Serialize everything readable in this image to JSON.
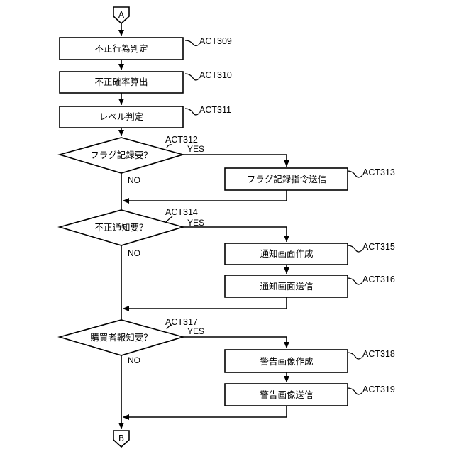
{
  "connectors": {
    "start": "A",
    "end": "B"
  },
  "steps": {
    "fraud_act_judgment": {
      "label": "不正行為判定",
      "ref": "ACT309"
    },
    "fraud_probability_calc": {
      "label": "不正確率算出",
      "ref": "ACT310"
    },
    "level_judgment": {
      "label": "レベル判定",
      "ref": "ACT311"
    },
    "flag_record_command_send": {
      "label": "フラグ記録指令送信",
      "ref": "ACT313"
    },
    "notification_screen_create": {
      "label": "通知画面作成",
      "ref": "ACT315"
    },
    "notification_screen_send": {
      "label": "通知画面送信",
      "ref": "ACT316"
    },
    "warning_image_create": {
      "label": "警告画像作成",
      "ref": "ACT318"
    },
    "warning_image_send": {
      "label": "警告画像送信",
      "ref": "ACT319"
    }
  },
  "decisions": {
    "flag_record_needed": {
      "label": "フラグ記録要？",
      "ref": "ACT312",
      "yes": "YES",
      "no": "NO"
    },
    "fraud_notification_needed": {
      "label": "不正通知要？",
      "ref": "ACT314",
      "yes": "YES",
      "no": "NO"
    },
    "purchaser_notification_needed": {
      "label": "購買者報知要？",
      "ref": "ACT317",
      "yes": "YES",
      "no": "NO"
    }
  }
}
